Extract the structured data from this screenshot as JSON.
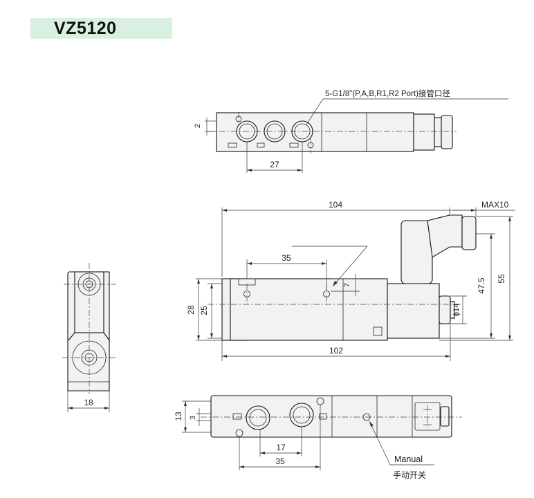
{
  "title": "VZ5120",
  "callouts": {
    "port": "5-G1/8\"(P,A,B,R1,R2 Port)接管口径",
    "max": "MAX10",
    "manual_en": "Manual",
    "manual_cn": "手动开关"
  },
  "dimensions": {
    "top_2": "2",
    "top_27": "27",
    "front_104": "104",
    "front_35": "35",
    "front_7": "7",
    "front_28": "28",
    "front_25": "25",
    "front_phi14": "ϕ14",
    "front_47_5": "47.5",
    "front_55": "55",
    "front_102": "102",
    "side_18": "18",
    "bottom_13": "13",
    "bottom_3": "3",
    "bottom_17": "17",
    "bottom_35": "35"
  },
  "colors": {
    "title_badge": "#d9efe0",
    "line": "#111111",
    "body_fill": "#f2f2f2"
  }
}
